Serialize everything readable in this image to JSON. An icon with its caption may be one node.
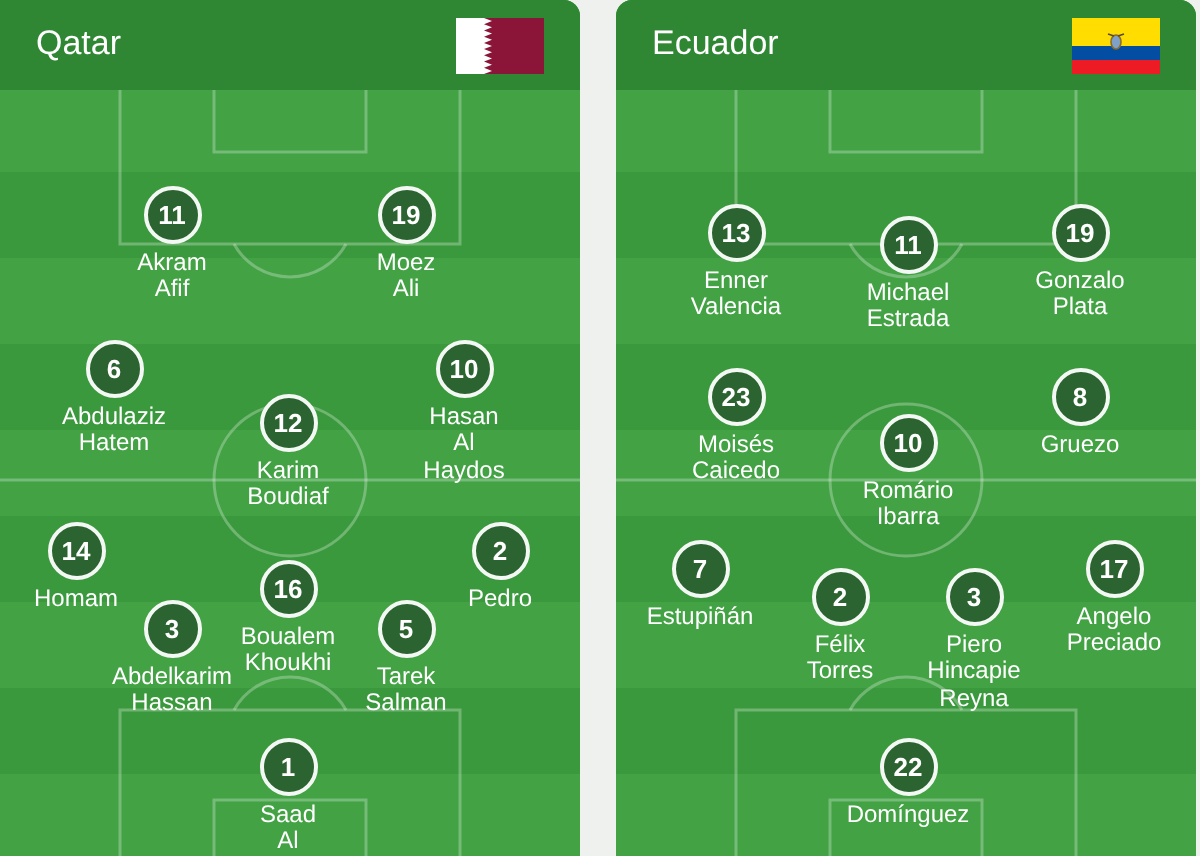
{
  "diagram": {
    "nodes": [
      {
        "text": [
          "Qatar"
        ]
      },
      {
        "text": [
          "11",
          "Akram Afif"
        ],
        "in": 0
      },
      {
        "text": [
          "19",
          "Moez Ali"
        ],
        "in": 0
      },
      {
        "text": [
          "6",
          "Abdulaziz Hatem"
        ],
        "in": 0
      },
      {
        "text": [
          "10",
          "Hasan Al Haydos"
        ],
        "in": 0
      },
      {
        "text": [
          "12",
          "Karim Boudiaf"
        ],
        "in": 0
      },
      {
        "text": [
          "14",
          "Homam"
        ],
        "in": 0
      },
      {
        "text": [
          "2",
          "Pedro"
        ],
        "in": 0
      },
      {
        "text": [
          "16",
          "Boualem Khoukhi"
        ],
        "in": 0
      },
      {
        "text": [
          "3",
          "Abdelkarim Hassan"
        ],
        "in": 0
      },
      {
        "text": [
          "5",
          "Tarek Salman"
        ],
        "in": 0
      },
      {
        "text": [
          "1",
          "Saad Al"
        ],
        "in": 0
      },
      {
        "text": [
          "Ecuador"
        ]
      },
      {
        "text": [
          "13",
          "Enner Valencia"
        ],
        "in": 12
      },
      {
        "text": [
          "11",
          "Michael Estrada"
        ],
        "in": 12
      },
      {
        "text": [
          "19",
          "Gonzalo Plata"
        ],
        "in": 12
      },
      {
        "text": [
          "23",
          "Moisés Caicedo"
        ],
        "in": 12
      },
      {
        "text": [
          "8",
          "Gruezo"
        ],
        "in": 12
      },
      {
        "text": [
          "10",
          "Romário Ibarra"
        ],
        "in": 12
      },
      {
        "text": [
          "7",
          "Estupiñán"
        ],
        "in": 12
      },
      {
        "text": [
          "2",
          "Félix Torres"
        ],
        "in": 12
      },
      {
        "text": [
          "3",
          "Piero Hincapie Reyna"
        ],
        "in": 12
      },
      {
        "text": [
          "17",
          "Angelo Preciado"
        ],
        "in": 12
      },
      {
        "text": [
          "22",
          "Domínguez"
        ],
        "in": 12
      }
    ],
    "edges": []
  }
}
